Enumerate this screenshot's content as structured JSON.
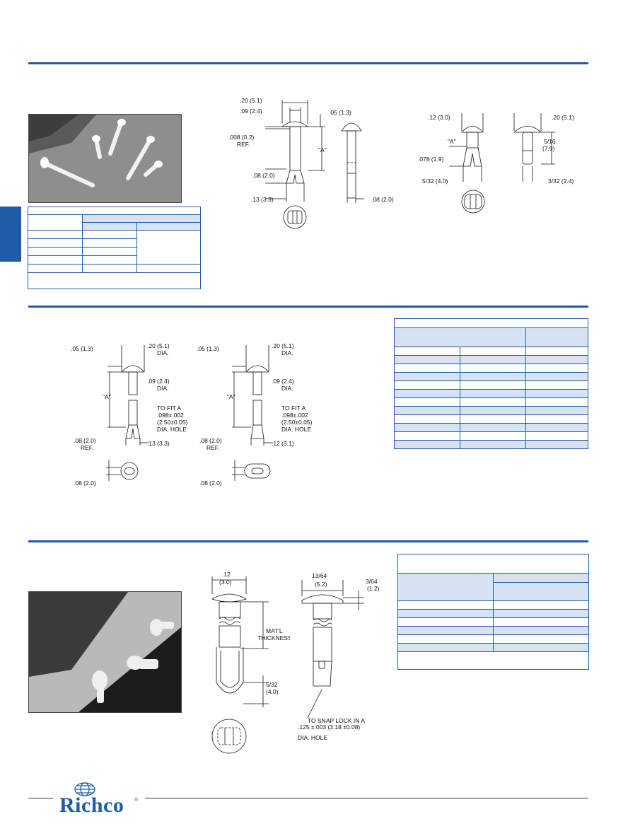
{
  "colors": {
    "accent": "#1f5ca8",
    "table_shade": "#d7e2f2"
  },
  "brand": {
    "name": "Richco",
    "registered": "®"
  },
  "section1": {
    "drawing1": {
      "dims": {
        "d1": ".20  (5.1)",
        "d2": ".09  (2.4)",
        "d3": ".05  (1.3)",
        "d4": ".008  (0.2)",
        "d4b": "REF.",
        "d5": "\"A\"",
        "d6": ".08  (2.0)",
        "d7": ".13  (3.3)",
        "d8": ".08  (2.0)"
      }
    },
    "drawing2": {
      "dims": {
        "d1": ".12  (3.0)",
        "d2": "\"A\"",
        "d3": ".078  (1.9)",
        "d4": "5/32  (4.0)",
        "d5": ".20  (5.1)",
        "d6": "5/16",
        "d7": "(7.9)",
        "d8": "3/32  (2.4)"
      }
    }
  },
  "section2": {
    "drawing_left": {
      "dims": {
        "d1": ".05  (1.3)",
        "d2": ".20  (5.1)",
        "d2b": "DIA.",
        "d3": ".09  (2.4)",
        "d3b": "DIA.",
        "d4": "\"A\"",
        "d5a": "TO FIT A",
        "d5b": ".098±.002",
        "d5c": "(2.50±0.05)",
        "d5d": "DIA. HOLE",
        "d6": ".08  (2.0)",
        "d6b": "REF.",
        "d7": ".13  (3.3)",
        "d8": ".08  (2.0)"
      }
    },
    "drawing_right": {
      "dims": {
        "d1": ".05  (1.3)",
        "d2": ".20  (5.1)",
        "d2b": "DIA.",
        "d3": ".09  (2.4)",
        "d3b": "DIA.",
        "d4": "\"A\"",
        "d5a": "TO FIT A",
        "d5b": ".098±.002",
        "d5c": "(2.50±0.05)",
        "d5d": "DIA.  HOLE",
        "d6": ".08  (2.0)",
        "d6b": "REF.",
        "d7": ".12  (3.1)",
        "d8": ".08  (2.0)"
      }
    }
  },
  "section3": {
    "drawing_left": {
      "dims": {
        "d1": ".12",
        "d1b": "(3.0)",
        "d2": "MAT'L",
        "d2b": "THICKNESS",
        "d3": "5/32",
        "d3b": "(4.0)"
      }
    },
    "drawing_right": {
      "dims": {
        "d1": "13/64",
        "d1b": "(5.2)",
        "d2": "3/64",
        "d2b": "(1.2)",
        "d3a": "TO SNAP LOCK IN A",
        "d3b": ".125  ±.003  (3.18  ±0.08)",
        "d3c": "DIA.  HOLE"
      }
    }
  }
}
